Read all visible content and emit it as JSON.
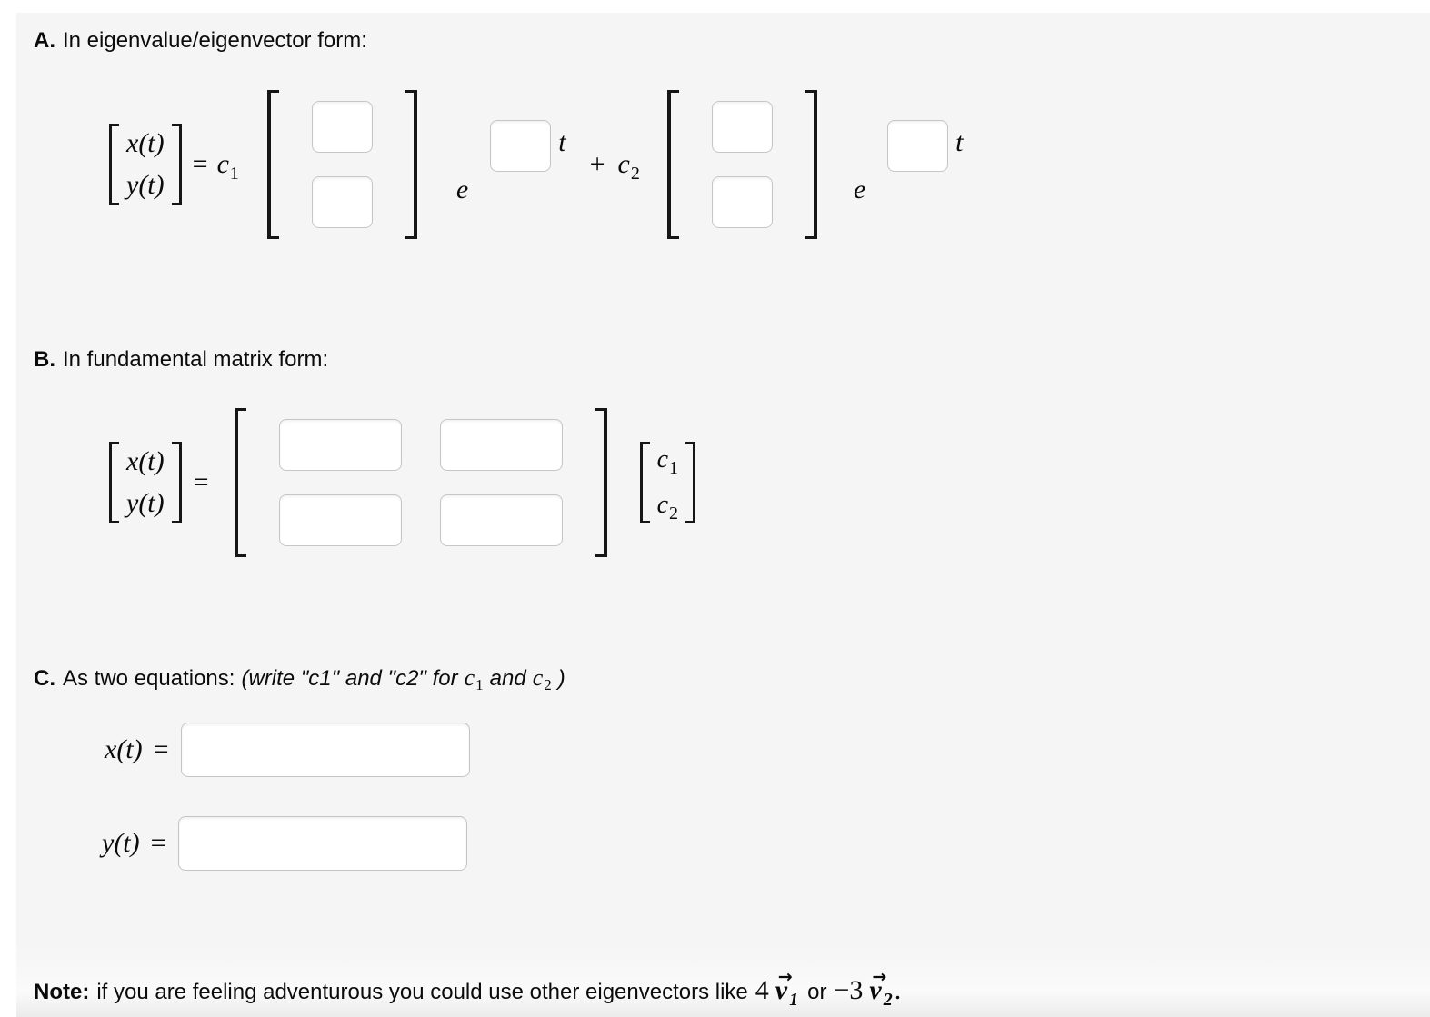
{
  "colors": {
    "page_background": "#ffffff",
    "panel_background": "#f5f5f6",
    "text": "#0b0b0b",
    "input_border": "#c6c6c6",
    "bracket": "#161616"
  },
  "section_a": {
    "label": "A.",
    "title": "In eigenvalue/eigenvector form:",
    "vector_x": "x(t)",
    "vector_y": "y(t)",
    "equals": "=",
    "c1_base": "c",
    "c1_sub": "1",
    "e": "e",
    "t": "t",
    "plus": "+",
    "c2_base": "c",
    "c2_sub": "2"
  },
  "section_b": {
    "label": "B.",
    "title": "In fundamental matrix form:",
    "vector_x": "x(t)",
    "vector_y": "y(t)",
    "equals": "=",
    "c1_base": "c",
    "c1_sub": "1",
    "c2_base": "c",
    "c2_sub": "2"
  },
  "section_c": {
    "label": "C.",
    "title": "As two equations:",
    "hint_open": "(write \"c1\" and \"c2\" for",
    "hint_c1_base": "c",
    "hint_c1_sub": "1",
    "hint_and": "and",
    "hint_c2_base": "c",
    "hint_c2_sub": "2",
    "hint_close": ")",
    "x_label": "x(t)",
    "x_equals": "=",
    "y_label": "y(t)",
    "y_equals": "="
  },
  "note": {
    "label": "Note:",
    "text": "if you are feeling adventurous you could use other eigenvectors like",
    "arrow": "→",
    "v_base": "v",
    "v1_coeff": "4",
    "v1_sub": "1",
    "or": "or",
    "v2_coeff": "−3",
    "v2_sub": "2",
    "period": "."
  },
  "inputs": {
    "a_vector1_row1": "",
    "a_vector1_row2": "",
    "a_exponent1": "",
    "a_vector2_row1": "",
    "a_vector2_row2": "",
    "a_exponent2": "",
    "b_matrix_11": "",
    "b_matrix_12": "",
    "b_matrix_21": "",
    "b_matrix_22": "",
    "c_x_equation": "",
    "c_y_equation": ""
  }
}
